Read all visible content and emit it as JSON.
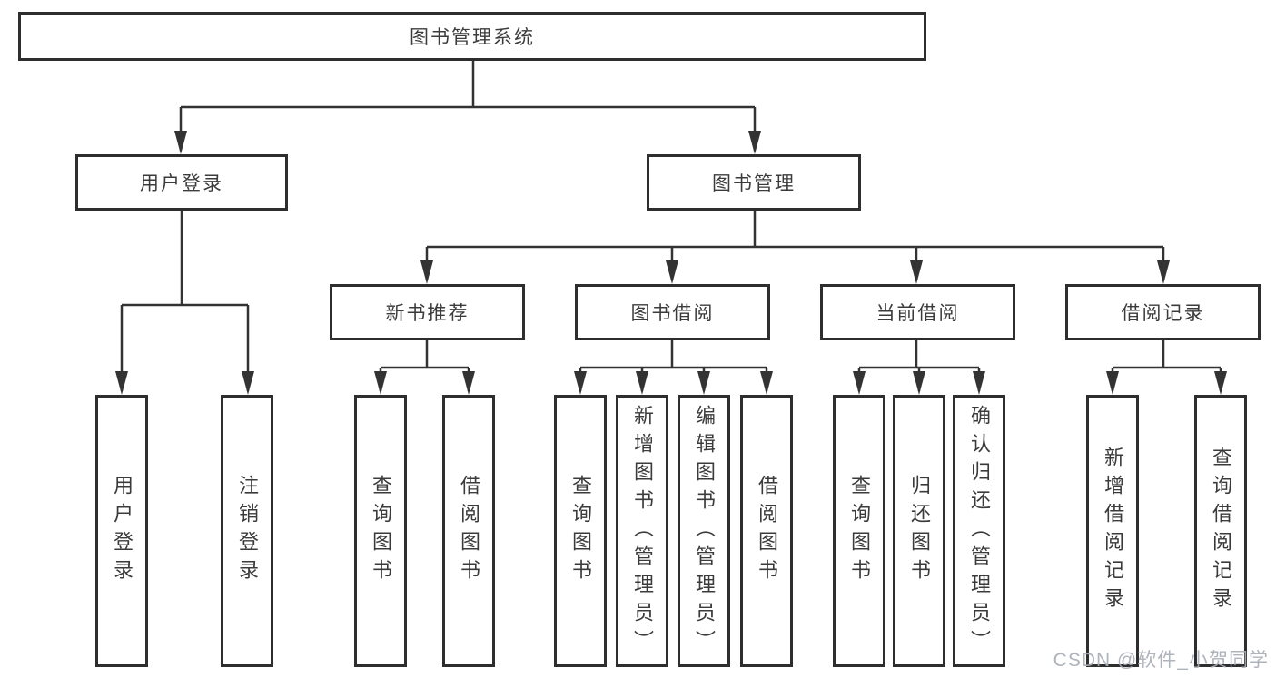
{
  "colors": {
    "background": "#ffffff",
    "line": "#333333",
    "box_border": "#2e2e2e",
    "text": "#3b3b3b",
    "watermark": "#a8adb6"
  },
  "tree": {
    "root": {
      "label": "图书管理系统"
    },
    "branches": [
      {
        "label": "用户登录",
        "children": [
          {
            "label": "用户登录"
          },
          {
            "label": "注销登录"
          }
        ]
      },
      {
        "label": "图书管理",
        "groups": [
          {
            "label": "新书推荐",
            "children": [
              {
                "label": "查询图书"
              },
              {
                "label": "借阅图书"
              }
            ]
          },
          {
            "label": "图书借阅",
            "children": [
              {
                "label": "查询图书"
              },
              {
                "label": "新增图书（管理员）"
              },
              {
                "label": "编辑图书（管理员）"
              },
              {
                "label": "借阅图书"
              }
            ]
          },
          {
            "label": "当前借阅",
            "children": [
              {
                "label": "查询图书"
              },
              {
                "label": "归还图书"
              },
              {
                "label": "确认归还（管理员）"
              }
            ]
          },
          {
            "label": "借阅记录",
            "children": [
              {
                "label": "新增借阅记录"
              },
              {
                "label": "查询借阅记录"
              }
            ]
          }
        ]
      }
    ]
  },
  "watermark": {
    "text": "CSDN @软件_小贺同学"
  }
}
